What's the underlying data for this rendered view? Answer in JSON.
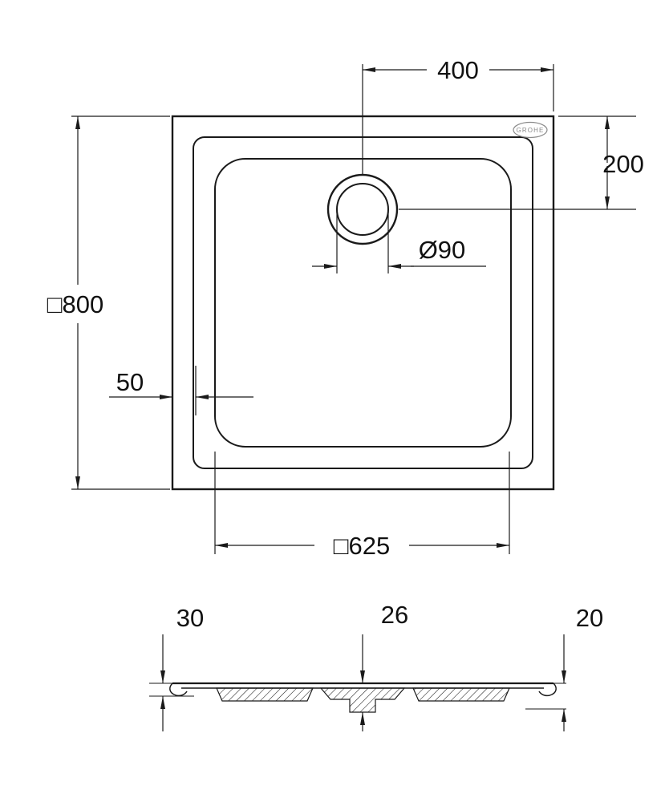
{
  "drawing": {
    "brand_badge": "GROHE",
    "top_view": {
      "dim_drain_offset_x": "400",
      "dim_drain_offset_y": "200",
      "dim_drain_diameter": "Ø90",
      "dim_overall": "□800",
      "dim_rim": "50",
      "dim_inner": "□625"
    },
    "section_view": {
      "dim_edge_height": "30",
      "dim_center_height": "26",
      "dim_outer_height": "20"
    }
  }
}
